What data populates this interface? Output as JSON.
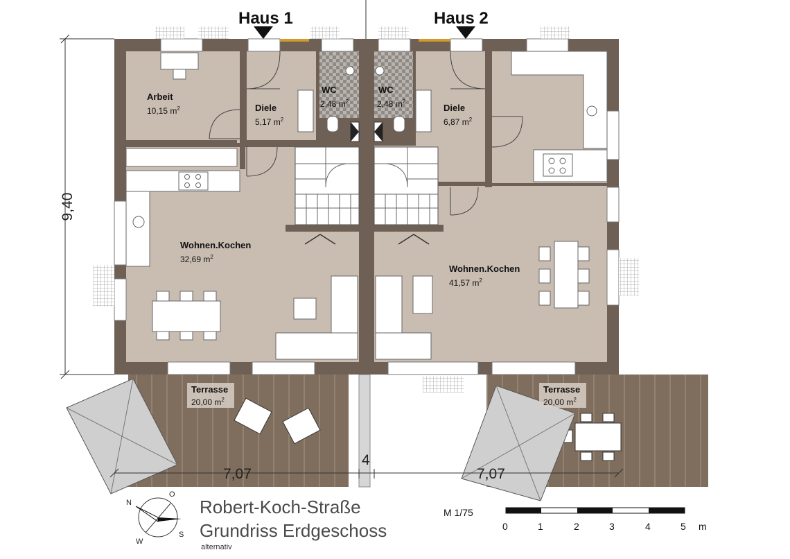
{
  "header": {
    "haus1": "Haus 1",
    "haus2": "Haus 2"
  },
  "rooms": {
    "arbeit": {
      "name": "Arbeit",
      "area": "10,15 m",
      "sup": "2"
    },
    "diele1": {
      "name": "Diele",
      "area": "5,17 m",
      "sup": "2"
    },
    "wc1": {
      "name": "WC",
      "area": "2,48 m",
      "sup": "2"
    },
    "wc2": {
      "name": "WC",
      "area": "2,48 m",
      "sup": "2"
    },
    "diele2": {
      "name": "Diele",
      "area": "6,87 m",
      "sup": "2"
    },
    "wohnen1": {
      "name": "Wohnen.Kochen",
      "area": "32,69 m",
      "sup": "2"
    },
    "wohnen2": {
      "name": "Wohnen.Kochen",
      "area": "41,57 m",
      "sup": "2"
    },
    "terrasse1": {
      "name": "Terrasse",
      "area": "20,00 m",
      "sup": "2"
    },
    "terrasse2": {
      "name": "Terrasse",
      "area": "20,00 m",
      "sup": "2"
    }
  },
  "dimensions": {
    "height": "9,40",
    "width_left": "7,07",
    "width_right": "7,07",
    "gap": "4"
  },
  "title": {
    "street": "Robert-Koch-Straße",
    "plan": "Grundriss Erdgeschoss",
    "variant": "alternativ"
  },
  "scale": {
    "label": "M 1/75",
    "ticks": [
      "0",
      "1",
      "2",
      "3",
      "4",
      "5"
    ],
    "unit": "m"
  },
  "compass": {
    "n": "N",
    "o": "O",
    "s": "S",
    "w": "W"
  },
  "colors": {
    "floor": "#c9bdb2",
    "wall": "#6e6055",
    "terrace": "#7f6e5d",
    "white": "#ffffff"
  }
}
